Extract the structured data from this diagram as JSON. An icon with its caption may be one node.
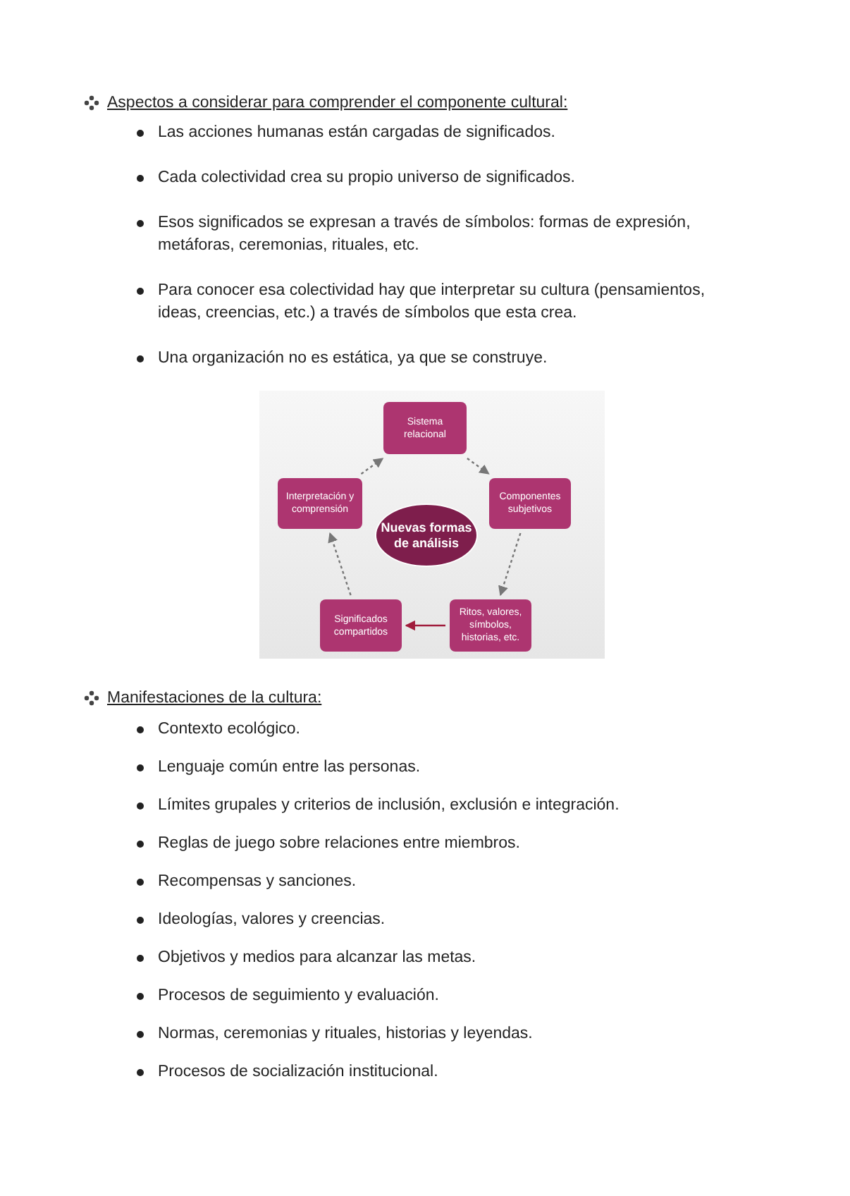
{
  "diagram": {
    "nodes": [
      {
        "text": [
          "Sistema relacional"
        ]
      },
      {
        "text": [
          "Interpretación y comprensión"
        ]
      },
      {
        "text": [
          "Nuevas formas de análisis"
        ]
      },
      {
        "text": [
          "Componentes subjetivos"
        ]
      },
      {
        "text": [
          "Significados compartidos"
        ]
      },
      {
        "text": [
          "Ritos, valores, símbolos, historias, etc."
        ]
      }
    ],
    "edges": [
      {
        "from": 0,
        "to": 3,
        "arrow": "to",
        "style": "dashed"
      },
      {
        "from": 3,
        "to": 5,
        "arrow": "to",
        "style": "dashed"
      },
      {
        "from": 5,
        "to": 4,
        "arrow": "to",
        "color": "#a01c3c"
      },
      {
        "from": 4,
        "to": 1,
        "arrow": "to",
        "style": "dashed"
      },
      {
        "from": 1,
        "to": 0,
        "arrow": "to",
        "style": "dashed"
      }
    ],
    "labels": [
      "Aspectos a considerar para comprender el componente cultural:",
      "Las acciones humanas están cargadas de significados.",
      "Cada colectividad crea su propio universo de significados.",
      "Esos significados se expresan a través de símbolos: formas de expresión, metáforas, ceremonias, rituales, etc.",
      "Para conocer esa colectividad hay que interpretar su cultura (pensamientos, ideas, creencias, etc.) a través de símbolos que esta crea.",
      "Una organización no es estática, ya que se construye.",
      "Manifestaciones de la cultura:",
      "Contexto ecológico.",
      "Lenguaje común entre las personas.",
      "Límites grupales y criterios de inclusión, exclusión e integración.",
      "Reglas de juego sobre relaciones entre miembros.",
      "Recompensas y sanciones.",
      "Ideologías, valores y creencias.",
      "Objetivos y medios para alcanzar las metas.",
      "Procesos de seguimiento y evaluación.",
      "Normas, ceremonias y rituales, historias y leyendas.",
      "Procesos de socialización institucional."
    ]
  }
}
